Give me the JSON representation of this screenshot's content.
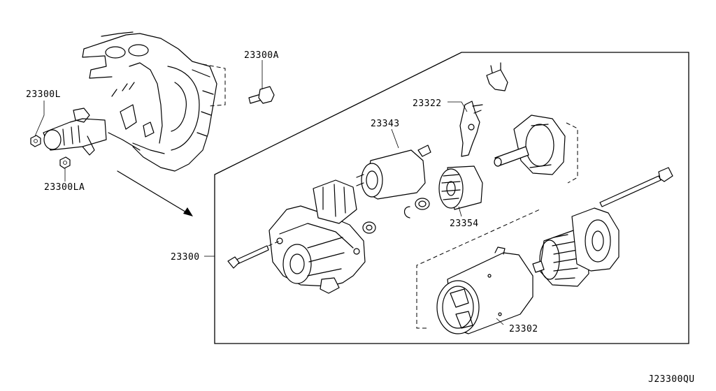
{
  "diagram": {
    "part_labels": {
      "p23300A": "23300A",
      "p23300L": "23300L",
      "p23300LA": "23300LA",
      "p23300": "23300",
      "p23343": "23343",
      "p23322": "23322",
      "p23354": "23354",
      "p23302": "23302"
    },
    "figure_code": "J23300QU"
  }
}
